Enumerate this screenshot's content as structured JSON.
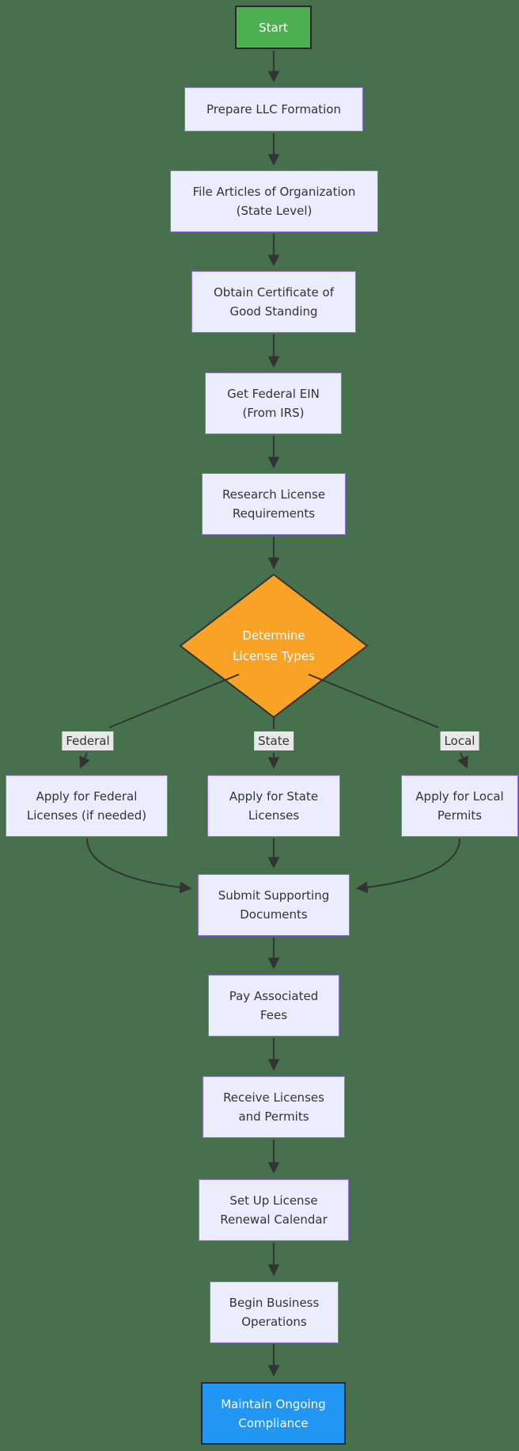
{
  "diagram_type": "flowchart-top-down",
  "colors": {
    "background": "#47714D",
    "node-fill": "#ECECFF",
    "node-border": "#9370DB",
    "node-text": "#333333",
    "start-fill": "#4CAF50",
    "end-fill": "#2196F3",
    "decision-fill": "#F9A226",
    "dark-border": "#2A2A2A",
    "arrow": "#333333",
    "label-bg": "#E8E8E8"
  },
  "nodes": {
    "start": {
      "label": "Start"
    },
    "prepare": {
      "label": "Prepare LLC Formation"
    },
    "file_articles": {
      "label": "File Articles of Organization\n(State Level)"
    },
    "good_standing": {
      "label": "Obtain Certificate of\nGood Standing"
    },
    "ein": {
      "label": "Get Federal EIN\n(From IRS)"
    },
    "research": {
      "label": "Research License\nRequirements"
    },
    "determine": {
      "label": "Determine\nLicense Types"
    },
    "apply_federal": {
      "label": "Apply for Federal\nLicenses (if needed)"
    },
    "apply_state": {
      "label": "Apply for State\nLicenses"
    },
    "apply_local": {
      "label": "Apply for Local\nPermits"
    },
    "submit": {
      "label": "Submit Supporting\nDocuments"
    },
    "fees": {
      "label": "Pay Associated\nFees"
    },
    "receive": {
      "label": "Receive Licenses\nand Permits"
    },
    "renewal": {
      "label": "Set Up License\nRenewal Calendar"
    },
    "operations": {
      "label": "Begin Business\nOperations"
    },
    "maintain": {
      "label": "Maintain Ongoing\nCompliance"
    }
  },
  "branch_labels": {
    "federal": "Federal",
    "state": "State",
    "local": "Local"
  }
}
